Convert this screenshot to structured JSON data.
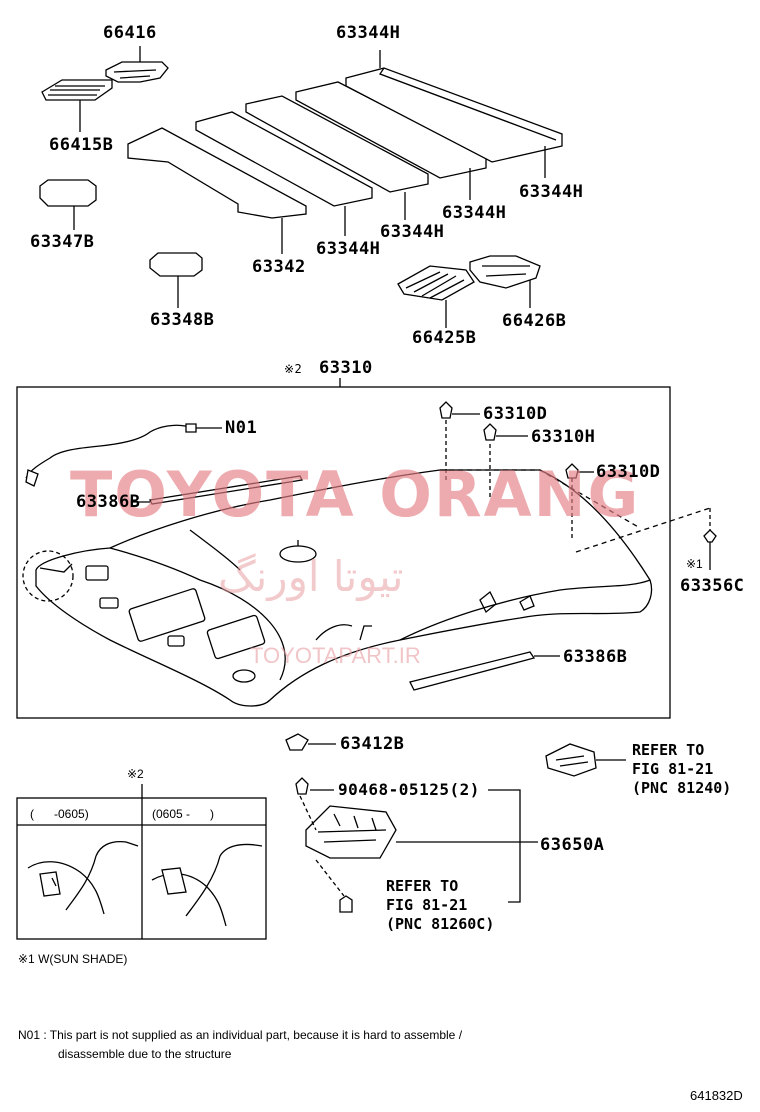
{
  "parts": {
    "p66416": "66416",
    "p63344h_top": "63344H",
    "p66415b": "66415B",
    "p63344h_r1": "63344H",
    "p63344h_r2": "63344H",
    "p63344h_r3": "63344H",
    "p63344h_r4": "63344H",
    "p63347b": "63347B",
    "p63342": "63342",
    "p63348b": "63348B",
    "p66425b": "66425B",
    "p66426b": "66426B",
    "p63310": "63310",
    "p63310_mark": "※2",
    "n01": "N01",
    "p63310d_1": "63310D",
    "p63310h": "63310H",
    "p63310d_2": "63310D",
    "p63386b_1": "63386B",
    "p63356c": "63356C",
    "p63356c_mark": "※1",
    "p63386b_2": "63386B",
    "p63412b": "63412B",
    "p90468": "90468-05125(2)",
    "p63650a": "63650A",
    "inset_mark": "※2"
  },
  "refs": {
    "ref1": "REFER TO\nFIG 81-21\n(PNC 81240)",
    "ref2": "REFER TO\nFIG 81-21\n(PNC 81260C)"
  },
  "inset": {
    "col1": "(      -0605)",
    "col2": "(0605 -      )"
  },
  "footnotes": {
    "sunshade": "※1 W(SUN SHADE)",
    "n01_note_line1": "N01 : This part is not supplied as an individual part, because it is hard to assemble /",
    "n01_note_line2": "disassemble due to the structure",
    "code": "641832D"
  },
  "watermark": {
    "brand": "TOYOTA ORANG",
    "persian": "تیوتا اورنگ",
    "site": "TOYOTAPART.IR"
  },
  "colors": {
    "line": "#000000",
    "watermark": "#e57f85"
  }
}
